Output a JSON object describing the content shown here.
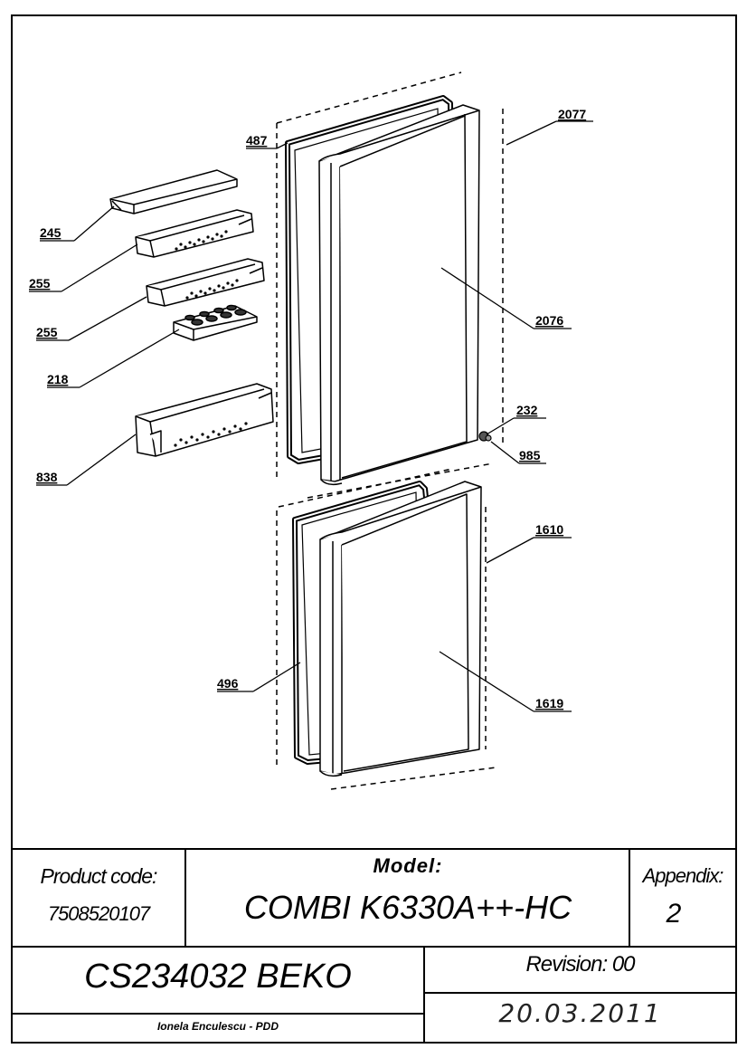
{
  "title_block": {
    "product_code_label": "Product code:",
    "product_code": "7508520107",
    "model_label": "Model:",
    "model": "COMBI K6330A++-HC",
    "appendix_label": "Appendix:",
    "appendix": "2",
    "document_code": "CS234032 BEKO",
    "revision": "Revision: 00",
    "date": "20.03.2011",
    "author": "Ionela Enculescu - PDD"
  },
  "callouts": {
    "c487": "487",
    "c2077": "2077",
    "c245": "245",
    "c255a": "255",
    "c255b": "255",
    "c218": "218",
    "c2076": "2076",
    "c232": "232",
    "c985": "985",
    "c838": "838",
    "c1610": "1610",
    "c496": "496",
    "c1619": "1619"
  }
}
